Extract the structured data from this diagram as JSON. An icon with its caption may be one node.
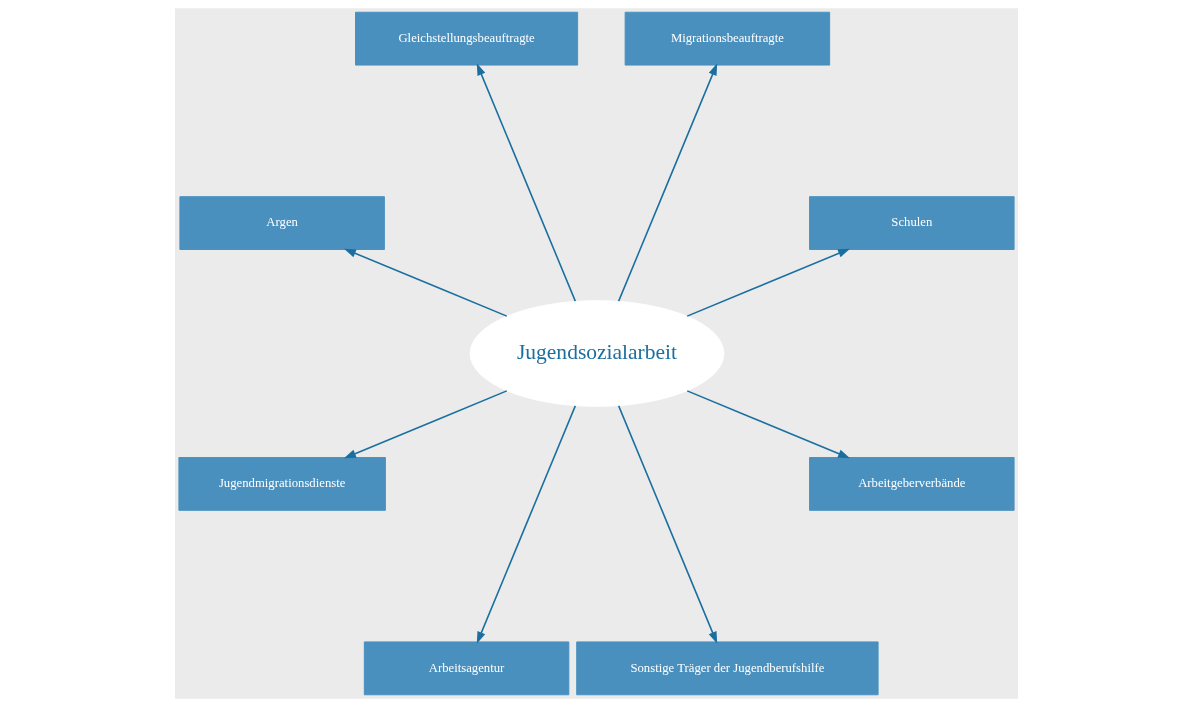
{
  "diagram": {
    "nodes": [
      {
        "text": [
          "Jugendsozialarbeit"
        ]
      },
      {
        "text": [
          "Schulen"
        ]
      },
      {
        "text": [
          "Migrationsbeauftragte"
        ]
      },
      {
        "text": [
          "Gleichstellungsbeauftragte"
        ]
      },
      {
        "text": [
          "Argen"
        ]
      },
      {
        "text": [
          "Jugendmigrationsdienste"
        ]
      },
      {
        "text": [
          "Arbeitsagentur"
        ]
      },
      {
        "text": [
          "Sonstige Träger der Jugendberufshilfe"
        ]
      },
      {
        "text": [
          "Arbeitgeberverbände"
        ]
      }
    ],
    "edges": [
      {
        "from": 0,
        "to": 1,
        "arrow": "to"
      },
      {
        "from": 0,
        "to": 3,
        "arrow": "to"
      },
      {
        "from": 0,
        "to": 5,
        "arrow": "to"
      },
      {
        "from": 0,
        "to": 7,
        "arrow": "to"
      },
      {
        "from": 0,
        "to": 8,
        "arrow": "to"
      },
      {
        "from": 0,
        "to": 6,
        "arrow": "to"
      },
      {
        "from": 0,
        "to": 4,
        "arrow": "to"
      },
      {
        "from": 0,
        "to": 2,
        "arrow": "to"
      }
    ]
  }
}
